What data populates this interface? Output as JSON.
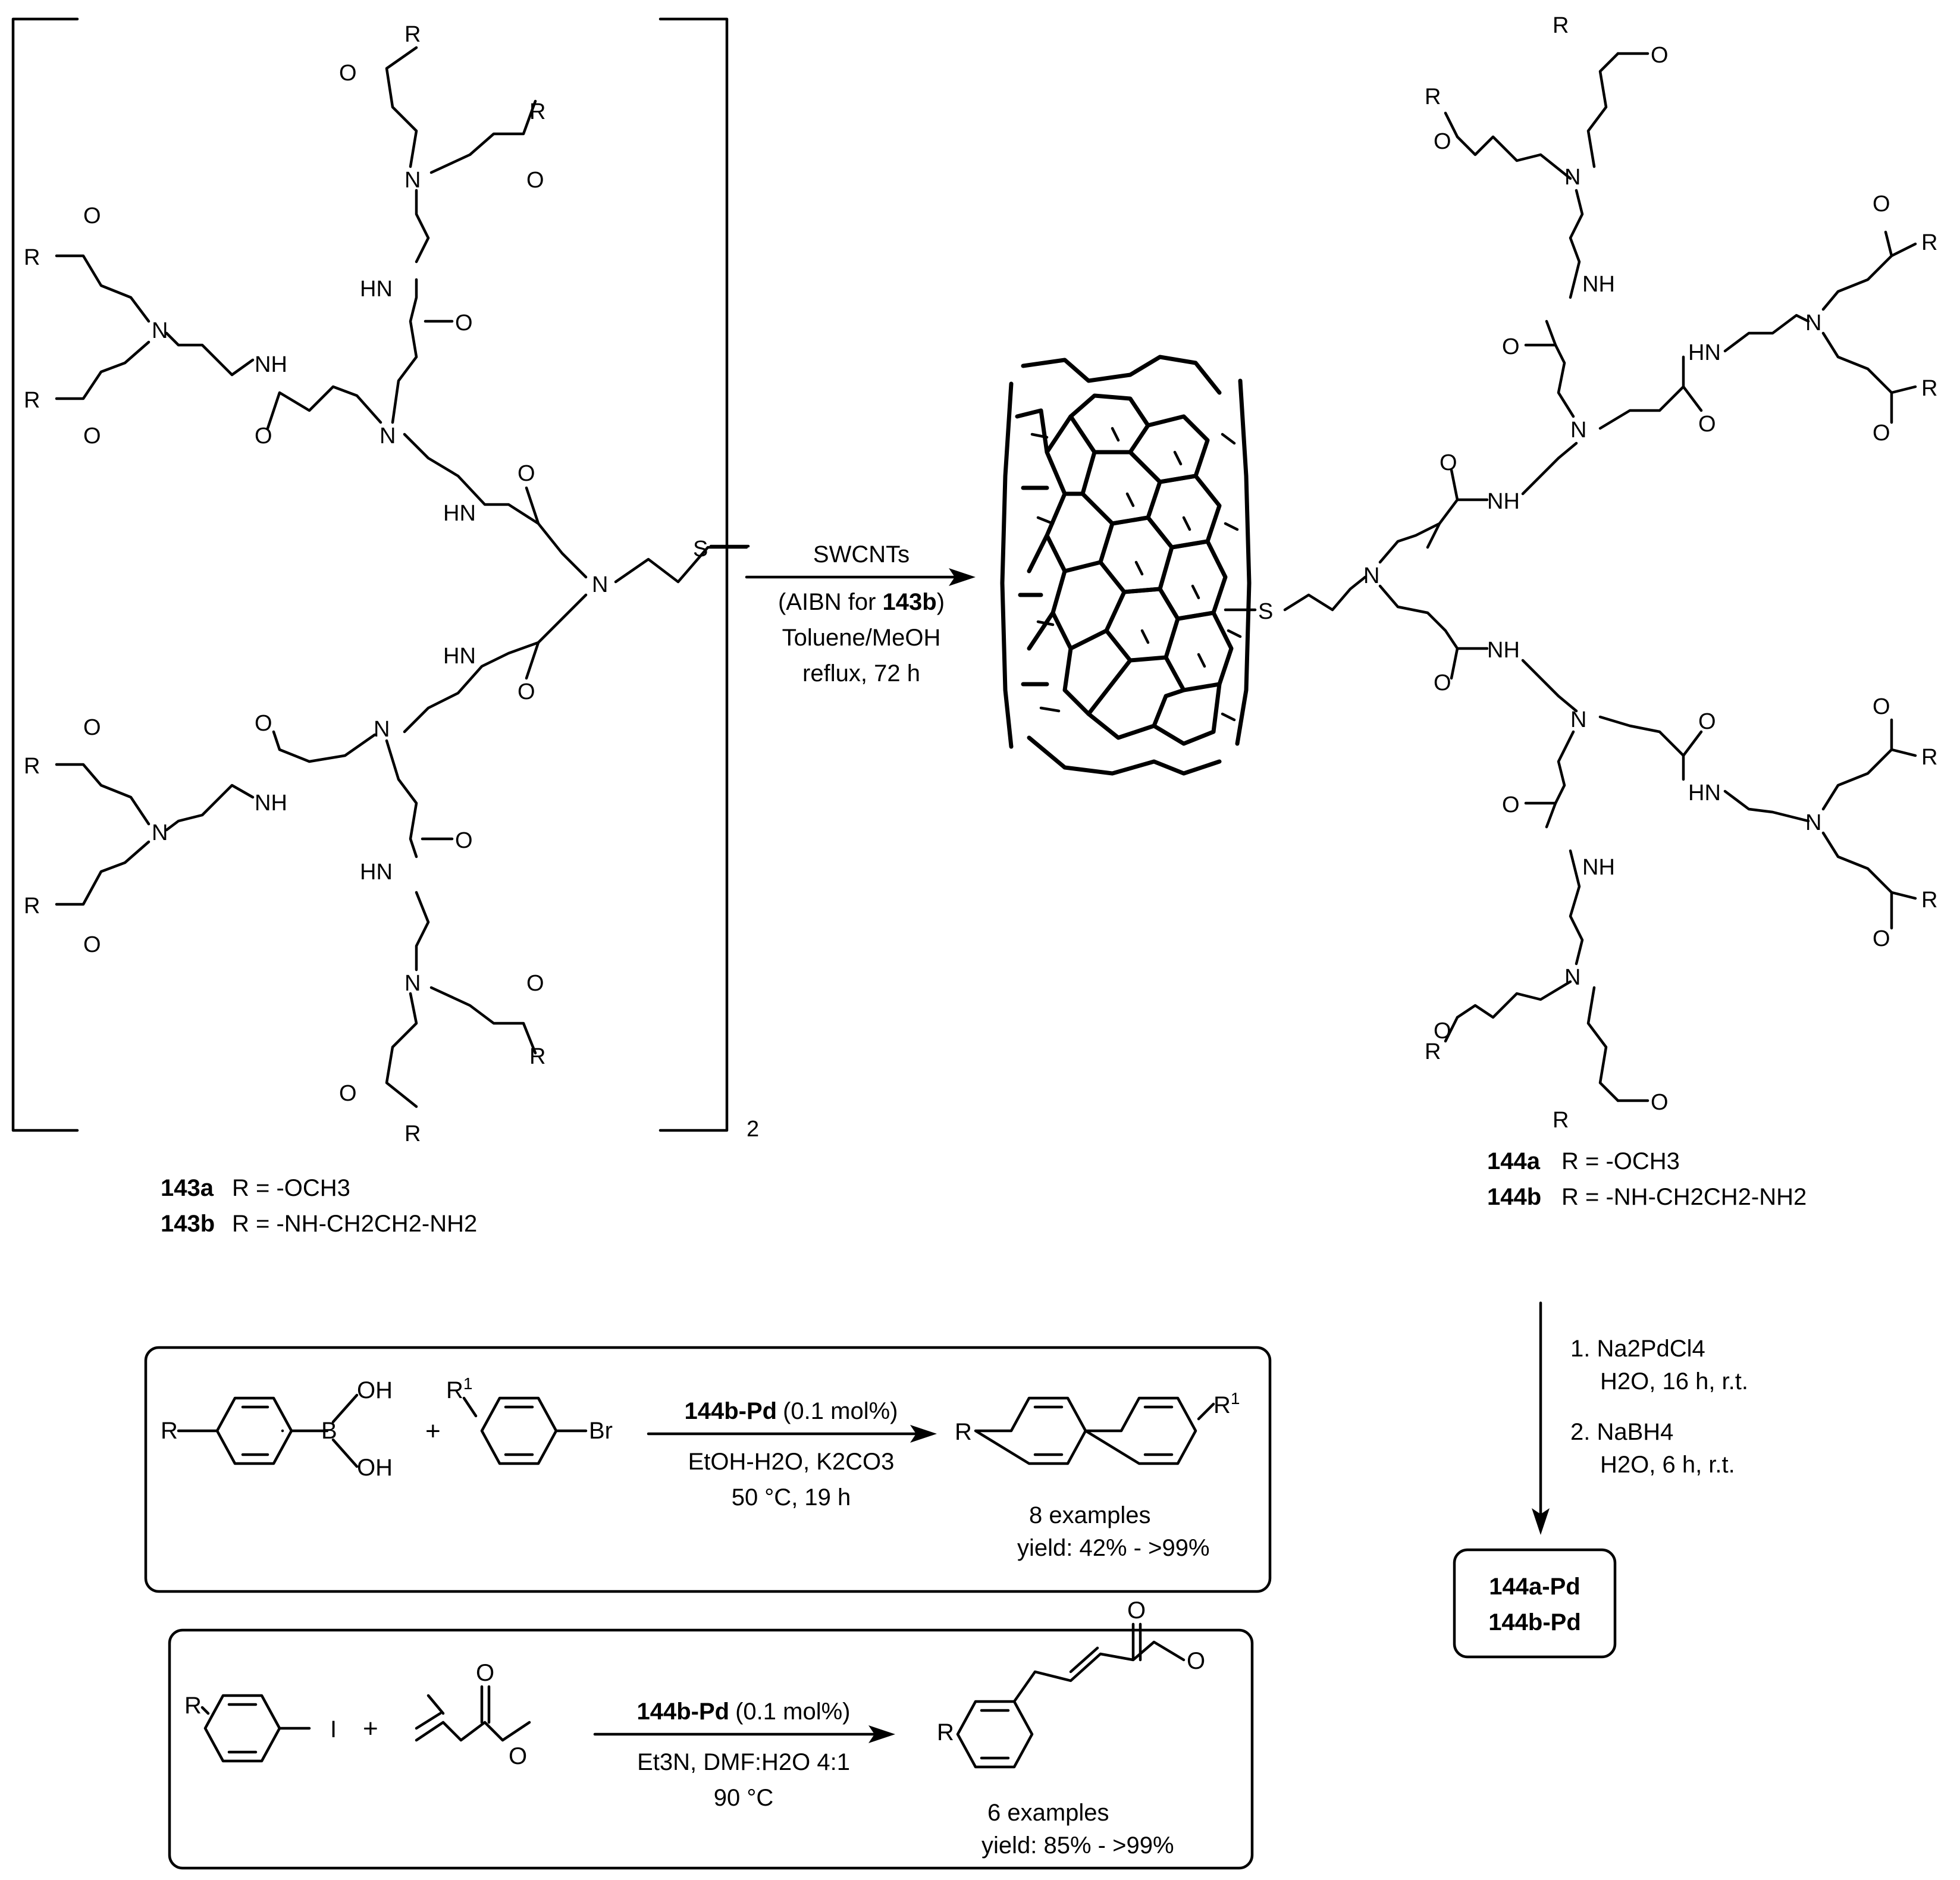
{
  "main_reaction": {
    "reagent_line1": "SWCNTs",
    "reagent_line2_prefix": "(AIBN for ",
    "reagent_line2_bold": "143b",
    "reagent_line2_suffix": ")",
    "reagent_line3": "Toluene/MeOH",
    "reagent_line4": "reflux, 72 h"
  },
  "dendron_143": {
    "multiplier": "2",
    "label_a_id": "143a",
    "label_a_text": "R = -OCH3",
    "label_b_id": "143b",
    "label_b_text": "R = -NH-CH2CH2-NH2"
  },
  "dendron_144": {
    "label_a_id": "144a",
    "label_a_text": "R = -OCH3",
    "label_b_id": "144b",
    "label_b_text": "R = -NH-CH2CH2-NH2"
  },
  "pd_loading": {
    "step1": "1. Na2PdCl4",
    "step1_cond": "H2O, 16 h, r.t.",
    "step2": "2. NaBH4",
    "step2_cond": "H2O, 6 h, r.t.",
    "product_a": "144a-Pd",
    "product_b": "144b-Pd"
  },
  "suzuki": {
    "catalyst": "144b-Pd",
    "catalyst_loading": "(0.1 mol%)",
    "conditions1": "EtOH-H2O, K2CO3",
    "conditions2": "50 °C, 19 h",
    "examples": "8 examples",
    "yield": "yield: 42% - >99%"
  },
  "heck": {
    "catalyst": "144b-Pd",
    "catalyst_loading": "(0.1 mol%)",
    "conditions1": "Et3N, DMF:H2O 4:1",
    "conditions2": "90 °C",
    "examples": "6 examples",
    "yield": "yield: 85% - >99%"
  },
  "atom_labels": {
    "R": "R",
    "R1": "R",
    "sup1": "1",
    "O": "O",
    "N": "N",
    "NH": "NH",
    "HN": "HN",
    "S": "S",
    "B": "B",
    "OH": "OH",
    "Br": "Br",
    "I": "I",
    "plus": "+"
  }
}
